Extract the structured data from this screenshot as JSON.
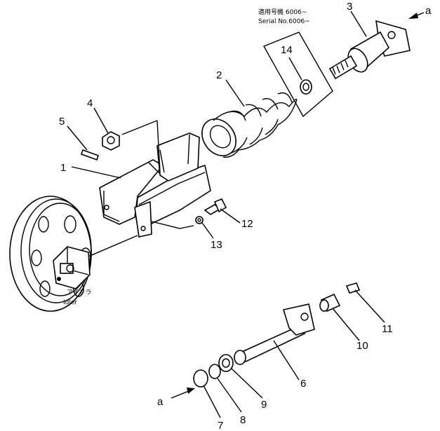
{
  "applicability_note": {
    "line1": "適用号機 6006~",
    "line2": "Serial  No.6006~"
  },
  "idler_label": {
    "jp": "アイドラ",
    "en": "Idler"
  },
  "reference_marks": {
    "top": "a",
    "bottom": "a"
  },
  "callouts": {
    "p1": "1",
    "p2": "2",
    "p3": "3",
    "p4": "4",
    "p5": "5",
    "p6": "6",
    "p7": "7",
    "p8": "8",
    "p9": "9",
    "p10": "10",
    "p11": "11",
    "p12": "12",
    "p13": "13",
    "p14": "14"
  }
}
